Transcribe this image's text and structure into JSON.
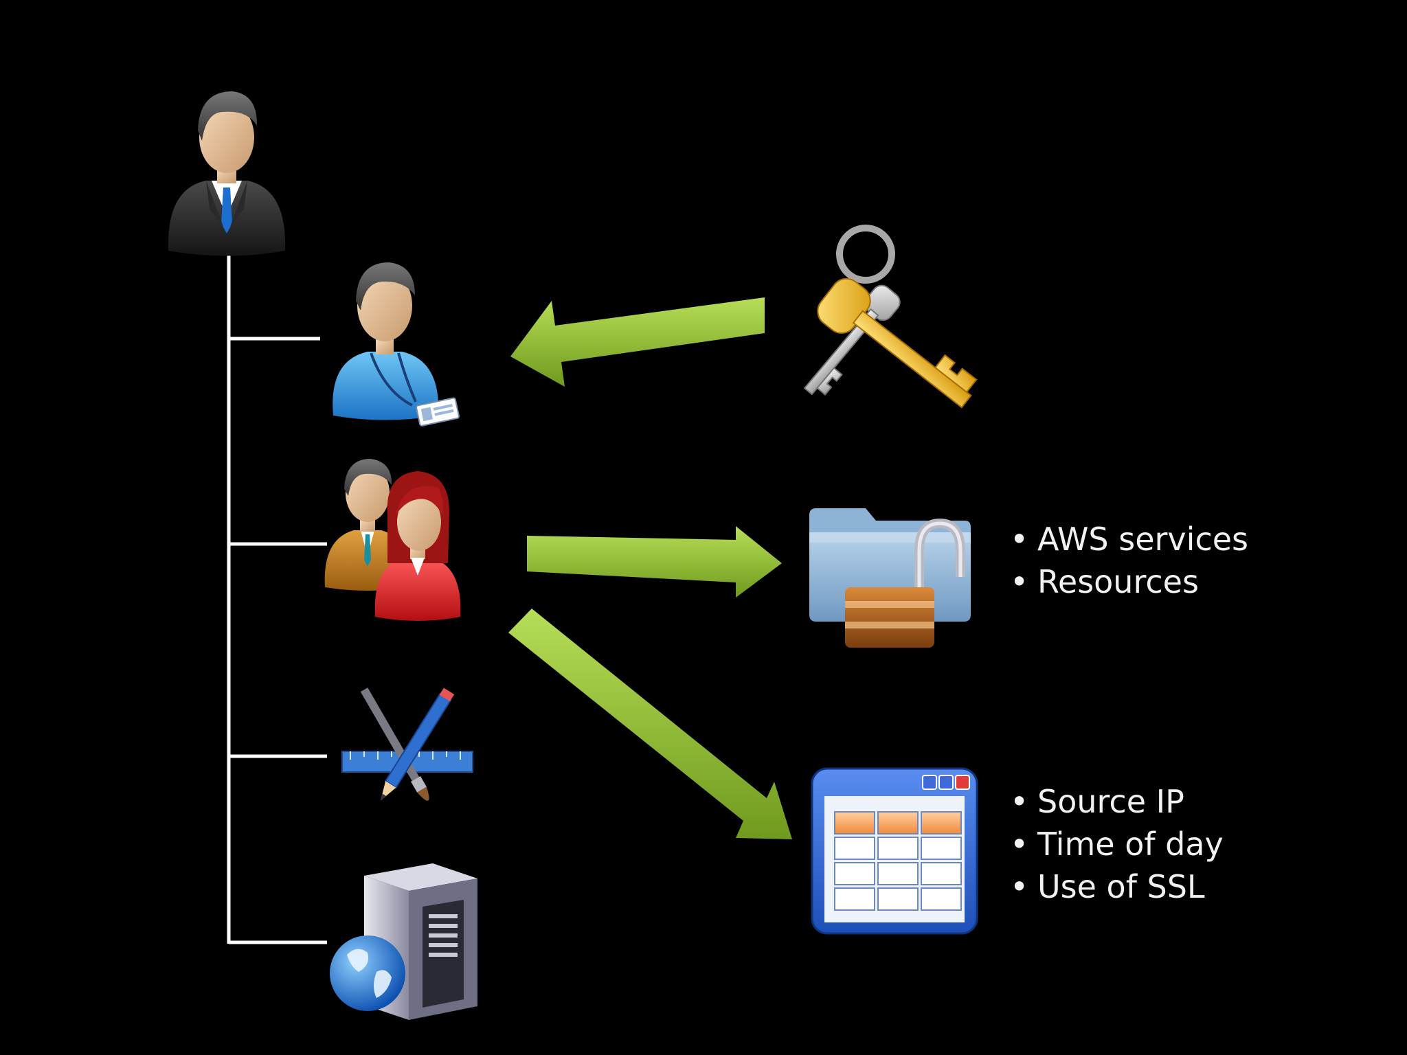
{
  "diagram": {
    "permission_bullets": [
      "AWS services",
      "Resources"
    ],
    "condition_bullets": [
      "Source IP",
      "Time of day",
      "Use of SSL"
    ],
    "colors": {
      "background": "#000000",
      "connector": "#ffffff",
      "arrow": "#8dbb2f",
      "text": "#f2f2f2"
    },
    "icons": [
      "account-owner-icon",
      "iam-user-icon",
      "iam-group-icon",
      "application-icon",
      "server-icon",
      "key-icon",
      "unlocked-folder-icon",
      "policy-table-icon"
    ]
  }
}
